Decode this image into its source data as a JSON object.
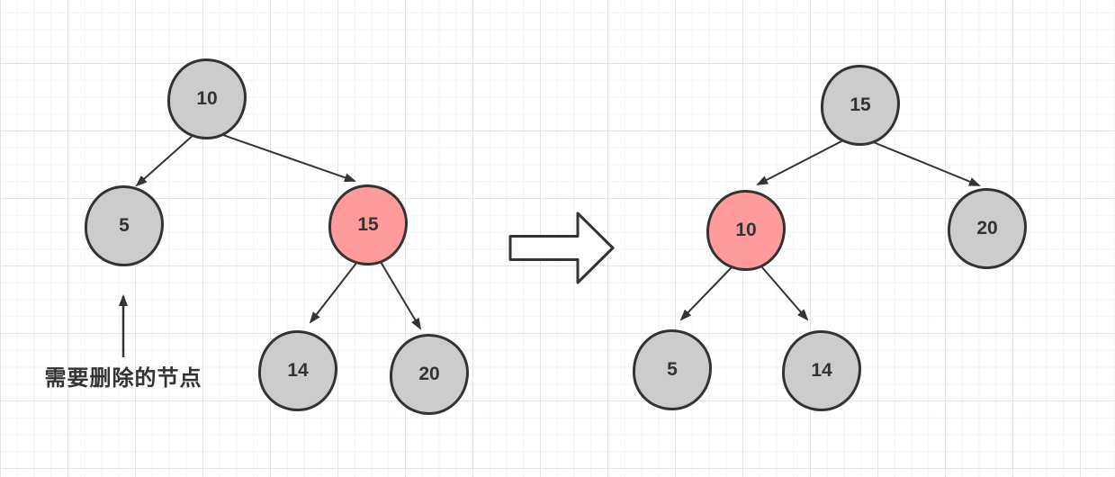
{
  "diagram": {
    "title": "",
    "type": "binary-search-tree-transformation",
    "colors": {
      "node_fill": "#cccccc",
      "node_highlight_fill": "#ff9b9b",
      "node_stroke": "#333333",
      "edge_stroke": "#333333",
      "text": "#333333",
      "grid_minor": "#f2f2f2",
      "grid_major": "#e4e4e4",
      "background": "#ffffff"
    },
    "before_tree": {
      "nodes": [
        {
          "value": "10",
          "highlighted": false,
          "role": "root"
        },
        {
          "value": "5",
          "highlighted": false,
          "role": "left-child-of-10"
        },
        {
          "value": "15",
          "highlighted": true,
          "role": "right-child-of-10"
        },
        {
          "value": "14",
          "highlighted": false,
          "role": "left-child-of-15"
        },
        {
          "value": "20",
          "highlighted": false,
          "role": "right-child-of-15"
        }
      ],
      "edges": [
        {
          "from": "10",
          "to": "5"
        },
        {
          "from": "10",
          "to": "15"
        },
        {
          "from": "15",
          "to": "14"
        },
        {
          "from": "15",
          "to": "20"
        }
      ]
    },
    "after_tree": {
      "nodes": [
        {
          "value": "15",
          "highlighted": false,
          "role": "root"
        },
        {
          "value": "10",
          "highlighted": true,
          "role": "left-child-of-15"
        },
        {
          "value": "20",
          "highlighted": false,
          "role": "right-child-of-15"
        },
        {
          "value": "5",
          "highlighted": false,
          "role": "left-child-of-10"
        },
        {
          "value": "14",
          "highlighted": false,
          "role": "right-child-of-10"
        }
      ],
      "edges": [
        {
          "from": "15",
          "to": "10"
        },
        {
          "from": "15",
          "to": "20"
        },
        {
          "from": "10",
          "to": "5"
        },
        {
          "from": "10",
          "to": "14"
        }
      ]
    },
    "annotation": {
      "label": "需要删除的节点",
      "points_to_value": "5"
    },
    "transform_arrow_direction": "right"
  }
}
